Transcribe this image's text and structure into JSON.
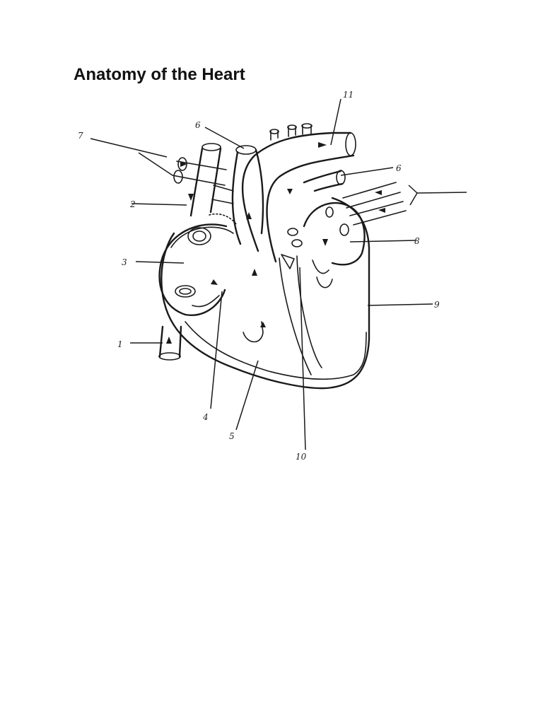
{
  "title": "Anatomy of the Heart",
  "labels": {
    "l1": "1",
    "l2": "2",
    "l3": "3",
    "l4": "4",
    "l5": "5",
    "l6a": "6",
    "l6b": "6",
    "l7": "7",
    "l8": "8",
    "l9": "9",
    "l10": "10",
    "l11": "11"
  }
}
